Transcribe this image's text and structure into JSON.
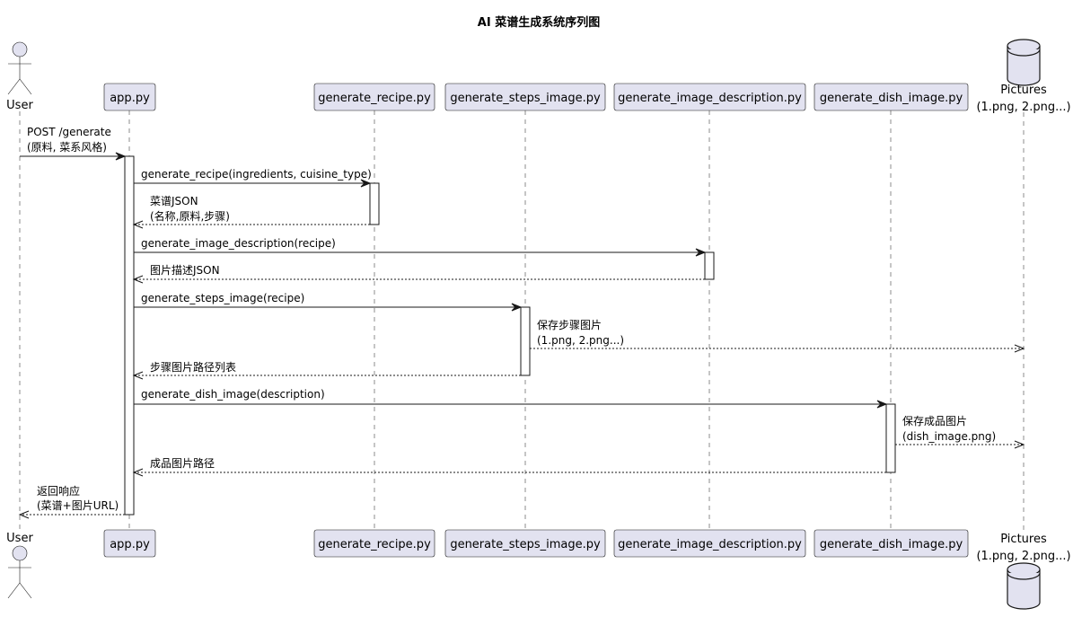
{
  "diagram": {
    "title": "AI 菜谱生成系统序列图",
    "participants": [
      {
        "id": "user",
        "kind": "actor",
        "label": "User"
      },
      {
        "id": "app",
        "kind": "box",
        "label": "app.py"
      },
      {
        "id": "recipe",
        "kind": "box",
        "label": "generate_recipe.py"
      },
      {
        "id": "steps",
        "kind": "box",
        "label": "generate_steps_image.py"
      },
      {
        "id": "desc",
        "kind": "box",
        "label": "generate_image_description.py"
      },
      {
        "id": "dish",
        "kind": "box",
        "label": "generate_dish_image.py"
      },
      {
        "id": "pics",
        "kind": "database",
        "label": [
          "Pictures",
          "(1.png, 2.png...)"
        ]
      }
    ],
    "messages": [
      {
        "from": "user",
        "to": "app",
        "style": "solid",
        "lines": [
          "POST /generate",
          "(原料, 菜系风格)"
        ]
      },
      {
        "from": "app",
        "to": "recipe",
        "style": "solid",
        "lines": [
          "generate_recipe(ingredients, cuisine_type)"
        ]
      },
      {
        "from": "recipe",
        "to": "app",
        "style": "dashed",
        "lines": [
          "菜谱JSON",
          "(名称,原料,步骤)"
        ]
      },
      {
        "from": "app",
        "to": "desc",
        "style": "solid",
        "lines": [
          "generate_image_description(recipe)"
        ]
      },
      {
        "from": "desc",
        "to": "app",
        "style": "dashed",
        "lines": [
          "图片描述JSON"
        ]
      },
      {
        "from": "app",
        "to": "steps",
        "style": "solid",
        "lines": [
          "generate_steps_image(recipe)"
        ]
      },
      {
        "from": "steps",
        "to": "pics",
        "style": "dashed",
        "lines": [
          "保存步骤图片",
          "(1.png, 2.png...)"
        ]
      },
      {
        "from": "steps",
        "to": "app",
        "style": "dashed",
        "lines": [
          "步骤图片路径列表"
        ]
      },
      {
        "from": "app",
        "to": "dish",
        "style": "solid",
        "lines": [
          "generate_dish_image(description)"
        ]
      },
      {
        "from": "dish",
        "to": "pics",
        "style": "dashed",
        "lines": [
          "保存成品图片",
          "(dish_image.png)"
        ]
      },
      {
        "from": "dish",
        "to": "app",
        "style": "dashed",
        "lines": [
          "成品图片路径"
        ]
      },
      {
        "from": "app",
        "to": "user",
        "style": "dashed",
        "lines": [
          "返回响应",
          "(菜谱+图片URL)"
        ]
      }
    ]
  }
}
